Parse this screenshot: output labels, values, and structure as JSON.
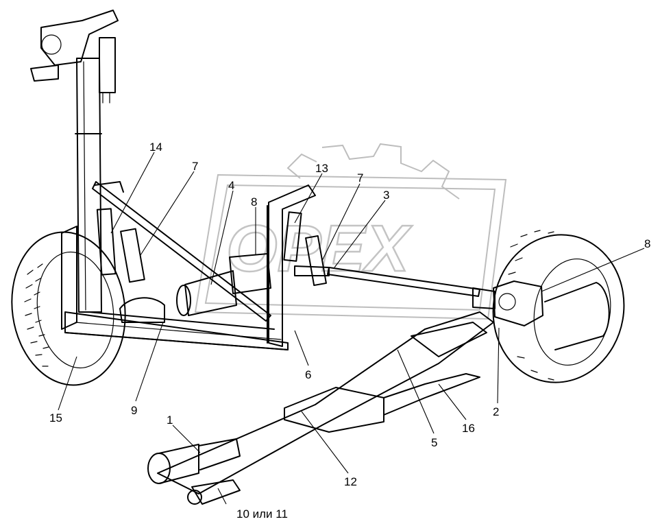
{
  "watermark": {
    "text": "OPEX"
  },
  "callouts": [
    {
      "id": "c1",
      "label": "1"
    },
    {
      "id": "c2",
      "label": "2"
    },
    {
      "id": "c3",
      "label": "3"
    },
    {
      "id": "c4",
      "label": "4"
    },
    {
      "id": "c5",
      "label": "5"
    },
    {
      "id": "c6",
      "label": "6"
    },
    {
      "id": "c7a",
      "label": "7"
    },
    {
      "id": "c7b",
      "label": "7"
    },
    {
      "id": "c8a",
      "label": "8"
    },
    {
      "id": "c8b",
      "label": "8"
    },
    {
      "id": "c9",
      "label": "9"
    },
    {
      "id": "c10",
      "label": "10 или 11"
    },
    {
      "id": "c12",
      "label": "12"
    },
    {
      "id": "c13",
      "label": "13"
    },
    {
      "id": "c14",
      "label": "14"
    },
    {
      "id": "c15",
      "label": "15"
    },
    {
      "id": "c16",
      "label": "16"
    }
  ]
}
